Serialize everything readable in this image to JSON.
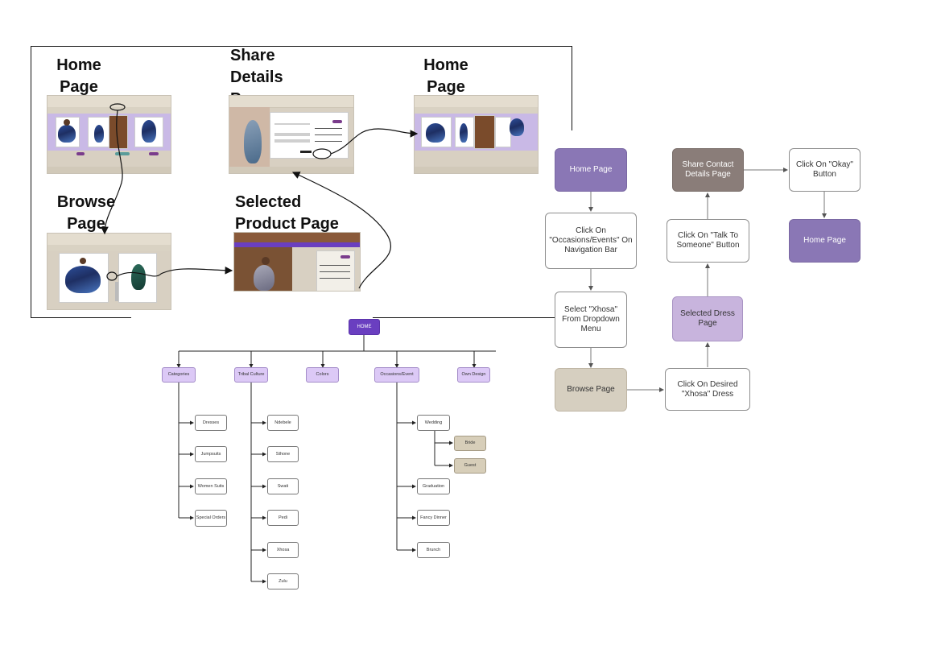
{
  "storyboard": {
    "labels": {
      "home1": "Home Page",
      "share": "Share Details Page",
      "home2": "Home Page",
      "browse": "Browse Page",
      "selected": "Selected Product Page"
    }
  },
  "flowchart": {
    "home_page": "Home Page",
    "click_occasions": "Click On \"Occasions/Events\" On Navigation Bar",
    "select_xhosa": "Select \"Xhosa\" From Dropdown Menu",
    "browse_page": "Browse Page",
    "click_desired": "Click On Desired \"Xhosa\" Dress",
    "selected_dress": "Selected Dress Page",
    "click_talk": "Click On \"Talk To Someone\" Button",
    "share_contact": "Share Contact Details Page",
    "click_okay": "Click On \"Okay\" Button",
    "home_page_end": "Home Page"
  },
  "sitemap": {
    "home": "HOME",
    "categories": {
      "label": "Categories",
      "items": [
        "Dresses",
        "Jumpsuits",
        "Women Suits",
        "Special Orders"
      ]
    },
    "tribal": {
      "label": "Tribal Culture",
      "items": [
        "Ndebele",
        "Sthone",
        "Swati",
        "Pedi",
        "Xhosa",
        "Zulu"
      ]
    },
    "colors": {
      "label": "Colors"
    },
    "occasions": {
      "label": "Occasions/Event",
      "items": [
        "Wedding",
        "Graduation",
        "Fancy Dinner",
        "Brunch"
      ],
      "wedding_sub": [
        "Bride",
        "Guest"
      ]
    },
    "own_design": {
      "label": "Own Design"
    }
  },
  "colors": {
    "purple": "#8a77b5",
    "brown": "#8a7d79",
    "tan": "#d6cfc0",
    "lavender": "#c8b4dd",
    "home_node": "#6a3fc0",
    "category_node": "#dcc9f6"
  }
}
